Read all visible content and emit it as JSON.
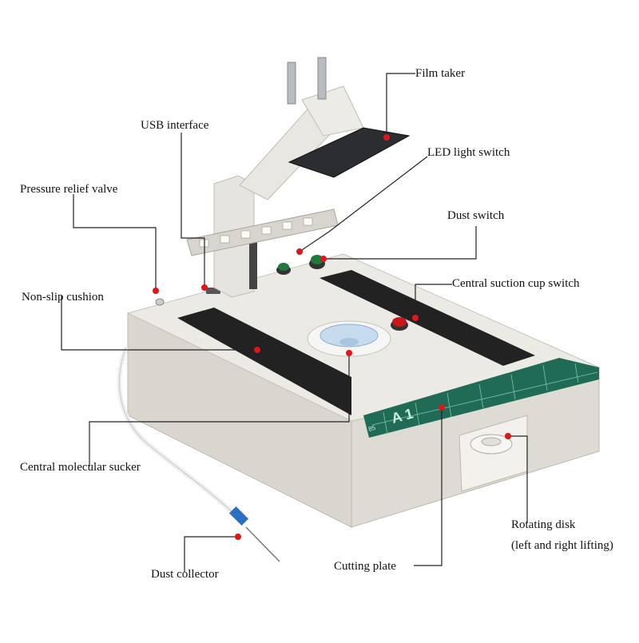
{
  "callouts": {
    "film_taker": "Film taker",
    "usb_interface": "USB interface",
    "led_light_switch": "LED light switch",
    "pressure_relief_valve": "Pressure relief valve",
    "dust_switch": "Dust switch",
    "central_suction_cup_switch": "Central suction cup switch",
    "non_slip_cushion": "Non-slip cushion",
    "central_molecular_sucker": "Central molecular sucker",
    "rotating_disk_line1": "Rotating disk",
    "rotating_disk_line2": "(left and right lifting)",
    "cutting_plate": "Cutting plate",
    "dust_collector": "Dust collector"
  },
  "plate_markings": {
    "big": "A 1",
    "small": "85"
  },
  "colors": {
    "body": "#e8e6e0",
    "body_side": "#d9d6cf",
    "pad": "#222222",
    "plate": "#1f6b55",
    "switch_green": "#1f7a3a",
    "switch_red": "#c81818",
    "marker": "#e0141b",
    "line": "#222222"
  }
}
